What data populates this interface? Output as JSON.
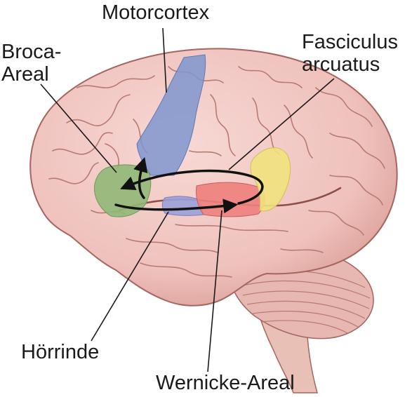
{
  "labels": {
    "motorcortex": "Motorcortex",
    "broca": [
      "Broca-",
      "Areal"
    ],
    "fasciculus": [
      "Fasciculus",
      "arcuatus"
    ],
    "hoerrinde": "Hörrinde",
    "wernicke": "Wernicke-Areal"
  },
  "colors": {
    "brain_fill": "#efc1bc",
    "brain_outline": "#a5665f",
    "gyri_lines": "#b97a73",
    "cerebellum": "#e7b7b1",
    "brainstem": "#e9c0b6",
    "motorcortex_region": "#7f97cf",
    "broca_region": "#90b878",
    "hoerrinde_region": "#9aa0d8",
    "wernicke_region": "#ee7f7c",
    "yellow_region": "#f1e27c",
    "pointer_lines": "#1a1a1a",
    "arrows": "#111111"
  }
}
